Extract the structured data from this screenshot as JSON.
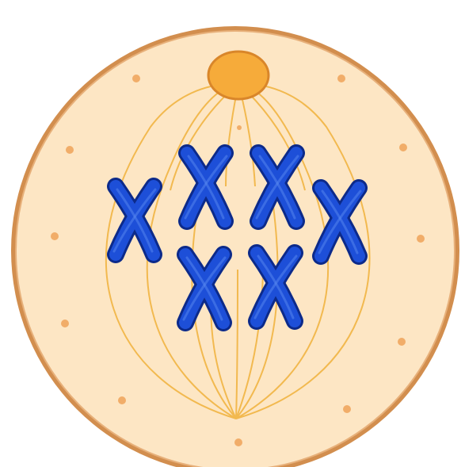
{
  "diagram": {
    "subject": "cell-metaphase",
    "colors": {
      "background": "#ffffff",
      "membrane": "#d28e4e",
      "membrane_inner": "#e7b07a",
      "cytoplasm": "#fde6c4",
      "centrosome": "#f6ab3a",
      "centrosome_outline": "#d9862a",
      "spindle": "#f2b94f",
      "granule": "#f1ad69",
      "chromosome_fill": "#1d4fd8",
      "chromosome_outline": "#0c2a8a",
      "chromosome_highlight": "#5a8af0"
    },
    "chromosome_count": 6,
    "granule_count": 12
  }
}
